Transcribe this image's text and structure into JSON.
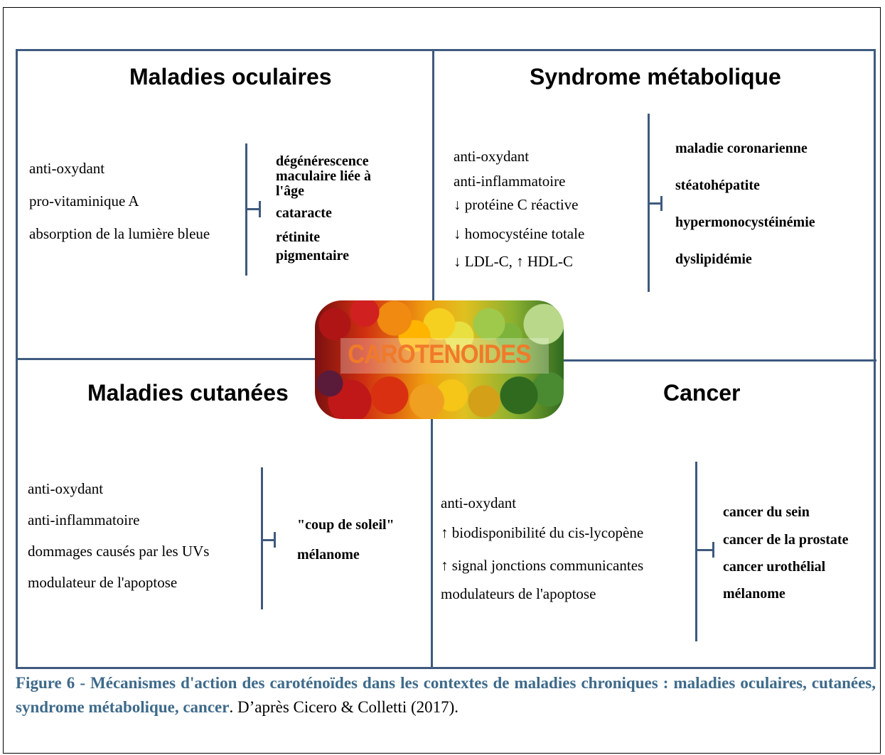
{
  "quadrants": {
    "ocular": {
      "title": "Maladies oculaires",
      "mechanisms": [
        "anti-oxydant",
        "pro-vitaminique A",
        "absorption de la lumière bleue"
      ],
      "diseases": [
        "dégénérescence",
        "maculaire liée à",
        "l'âge",
        "cataracte",
        "rétinite",
        "pigmentaire"
      ]
    },
    "metabolic": {
      "title": "Syndrome métabolique",
      "mechanisms": [
        "anti-oxydant",
        "anti-inflammatoire",
        "↓ protéine C réactive",
        "↓ homocystéine totale",
        "↓ LDL-C, ↑ HDL-C"
      ],
      "diseases": [
        "maladie coronarienne",
        "stéatohépatite",
        "hypermonocystéinémie",
        "dyslipidémie"
      ]
    },
    "skin": {
      "title": "Maladies cutanées",
      "mechanisms": [
        "anti-oxydant",
        "anti-inflammatoire",
        "dommages causés par les UVs",
        "modulateur de l'apoptose"
      ],
      "diseases": [
        "\"coup de soleil\"",
        "mélanome"
      ]
    },
    "cancer": {
      "title": "Cancer",
      "mechanisms": [
        "anti-oxydant",
        "↑ biodisponibilité du cis-lycopène",
        "↑ signal jonctions communicantes",
        "modulateurs de l'apoptose"
      ],
      "diseases": [
        "cancer du sein",
        "cancer de la prostate",
        "cancer urothélial",
        "mélanome"
      ]
    }
  },
  "center": {
    "label": "CAROTENOIDES"
  },
  "caption": {
    "bold": "Figure 6 - Mécanismes d'action des caroténoïdes dans les contextes de maladies chroniques : maladies oculaires, cutanées, syndrome métabolique, cancer",
    "rest": ". D’après Cicero & Colletti (2017)."
  },
  "colors": {
    "frame": "#3e5a7e",
    "center_label": "#f07a2a",
    "caption_bold": "#3e6a8a"
  }
}
